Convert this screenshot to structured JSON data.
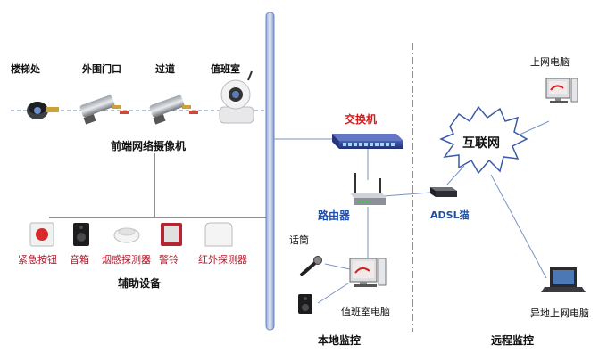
{
  "cameras": {
    "stairs": "楼梯处",
    "outer_door": "外围门口",
    "corridor": "过道",
    "duty_room": "值班室",
    "group_label": "前端网络摄像机"
  },
  "aux": {
    "emergency_button": "紧急按钮",
    "speaker": "音箱",
    "smoke_detector": "烟感探测器",
    "alarm_bell": "警铃",
    "infrared_detector": "红外探测器",
    "group_label": "辅助设备"
  },
  "network": {
    "switch": "交换机",
    "router": "路由器",
    "adsl_modem": "ADSL猫",
    "internet": "互联网",
    "microphone": "话筒",
    "duty_pc": "值班室电脑",
    "online_pc": "上网电脑",
    "remote_pc": "异地上网电脑"
  },
  "sections": {
    "local": "本地监控",
    "remote": "远程监控"
  },
  "colors": {
    "line": "#7a93c4",
    "divider": "#222222",
    "switch_blue": "#2b3f8f",
    "cloud_border": "#3a5aa8",
    "red_label": "#b0182a"
  }
}
